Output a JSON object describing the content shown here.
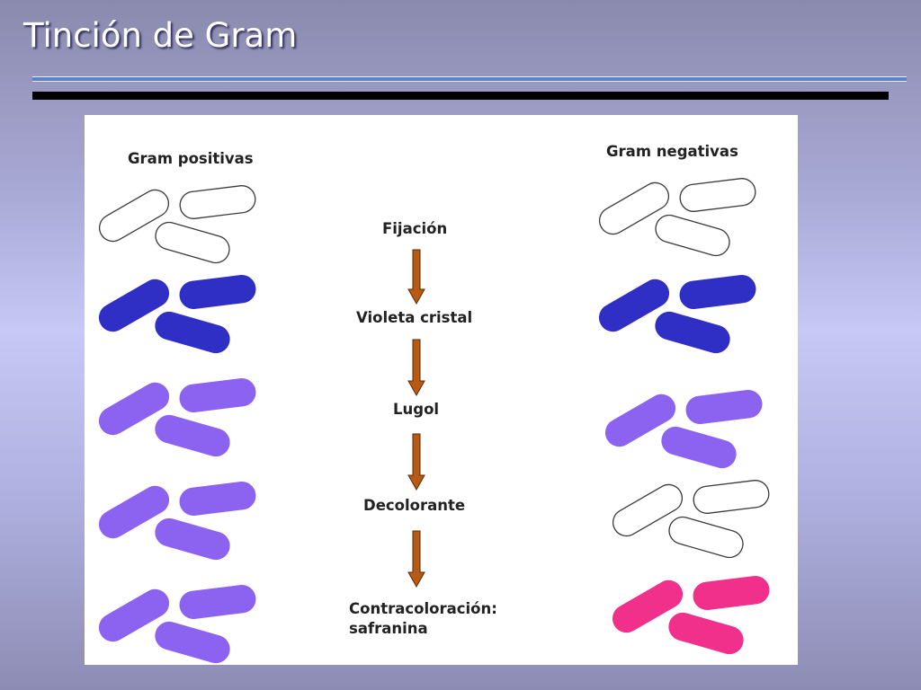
{
  "slide": {
    "title": "Tinción de Gram"
  },
  "figure": {
    "heading_left": "Gram positivas",
    "heading_right": "Gram negativas",
    "steps": [
      {
        "label": "Fijación"
      },
      {
        "label": "Violeta cristal"
      },
      {
        "label": "Lugol"
      },
      {
        "label": "Decolorante"
      },
      {
        "label": "Contracoloración:",
        "label2": "safranina"
      }
    ],
    "colors": {
      "unstained": "#ffffff",
      "crystal_violet": "#2f2fc6",
      "violet_iodine": "#8c62f0",
      "safranin": "#f0308a",
      "arrow": "#b85a14",
      "outline": "#2a2a2a"
    },
    "stages": {
      "gram_positive": [
        "unstained",
        "crystal_violet",
        "violet_iodine",
        "violet_iodine",
        "violet_iodine"
      ],
      "gram_negative": [
        "unstained",
        "crystal_violet",
        "violet_iodine",
        "unstained",
        "safranin"
      ]
    }
  }
}
